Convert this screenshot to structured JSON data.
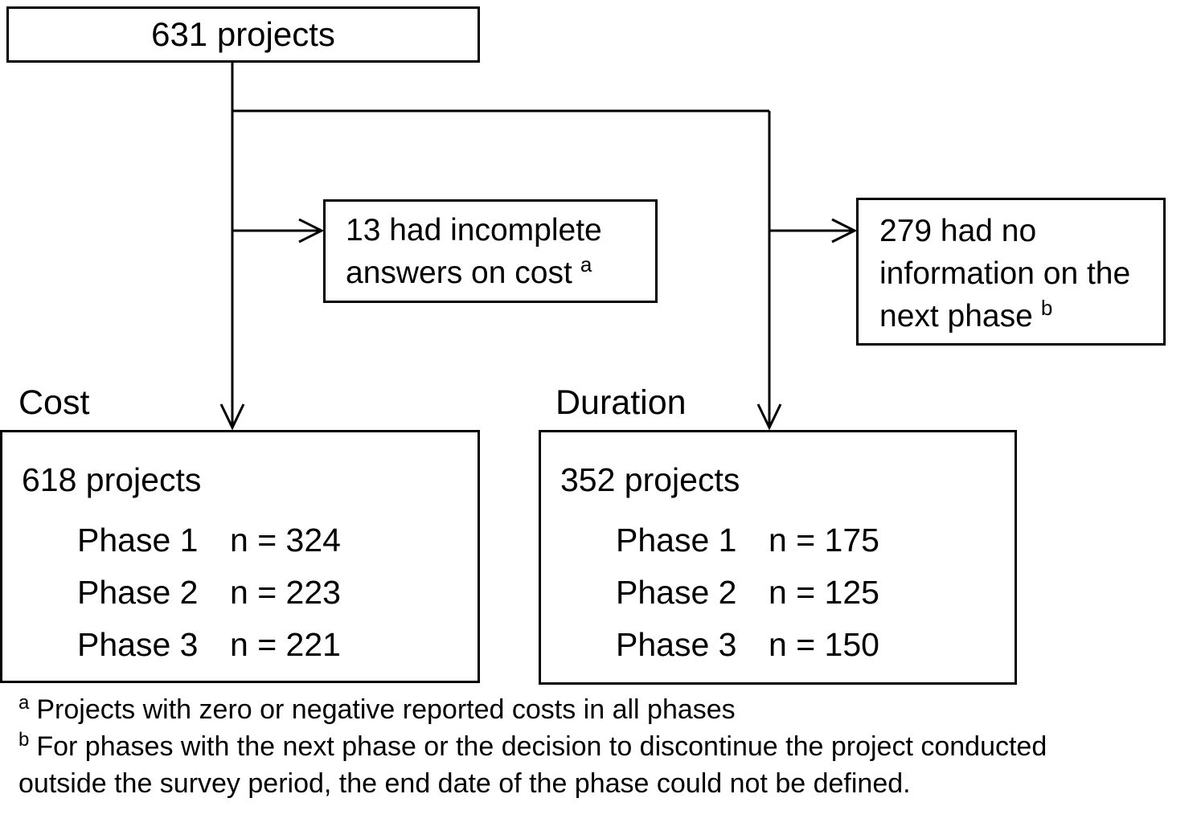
{
  "diagram": {
    "root": {
      "label": "631 projects"
    },
    "exclusions": {
      "cost": {
        "lines": [
          "13 had incomplete",
          "answers on cost"
        ],
        "marker": "a"
      },
      "duration": {
        "lines": [
          "279 had no",
          "information on the",
          "next phase"
        ],
        "marker": "b"
      }
    },
    "cost_box": {
      "section_label": "Cost",
      "total": "618 projects",
      "rows": [
        {
          "phase": "Phase 1",
          "value": "n = 324"
        },
        {
          "phase": "Phase 2",
          "value": "n = 223"
        },
        {
          "phase": "Phase 3",
          "value": "n = 221"
        }
      ]
    },
    "duration_box": {
      "section_label": "Duration",
      "total": "352 projects",
      "rows": [
        {
          "phase": "Phase 1",
          "value": "n = 175"
        },
        {
          "phase": "Phase 2",
          "value": "n = 125"
        },
        {
          "phase": "Phase 3",
          "value": "n = 150"
        }
      ]
    },
    "footnotes": [
      {
        "marker": "a",
        "text": "Projects with zero or negative reported costs in all phases"
      },
      {
        "marker": "b",
        "text": "For phases with the next phase or the decision to discontinue the project conducted outside the survey period, the end date of the phase could not be defined."
      }
    ],
    "colors": {
      "line": "#000000",
      "background": "#ffffff",
      "text": "#000000"
    }
  }
}
